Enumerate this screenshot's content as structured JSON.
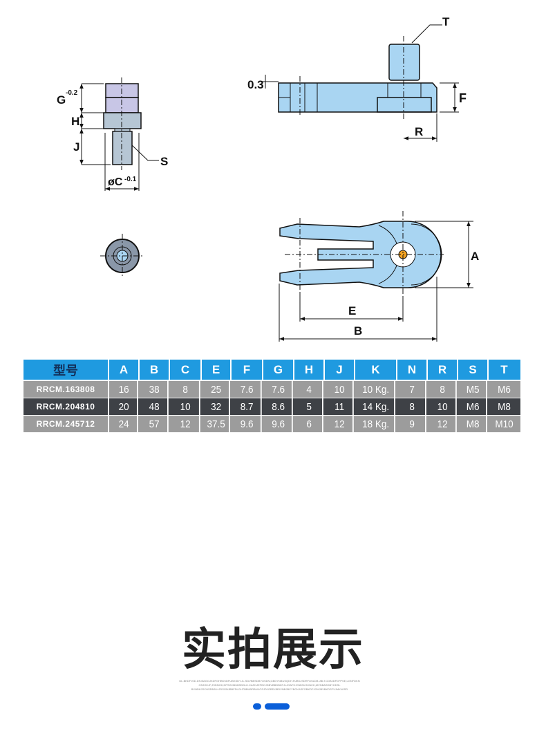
{
  "drawing": {
    "labels": {
      "T": "T",
      "gap": "0.3",
      "F": "F",
      "R": "R",
      "G": "G",
      "G_tol": "-0.2",
      "H": "H",
      "J": "J",
      "S": "S",
      "C": "øC",
      "C_tol": "-0.1",
      "A": "A",
      "E": "E",
      "B": "B"
    },
    "colors": {
      "part": "#a9d5f2",
      "stud": "#c8c6e6",
      "shaft": "#b6c6d4",
      "pin": "#f0a020"
    }
  },
  "table": {
    "headers": [
      "型号",
      "A",
      "B",
      "C",
      "E",
      "F",
      "G",
      "H",
      "J",
      "K",
      "N",
      "R",
      "S",
      "T"
    ],
    "rows": [
      [
        "RRCM.163808",
        "16",
        "38",
        "8",
        "25",
        "7.6",
        "7.6",
        "4",
        "10",
        "10 Kg.",
        "7",
        "8",
        "M5",
        "M6"
      ],
      [
        "RRCM.204810",
        "20",
        "48",
        "10",
        "32",
        "8.7",
        "8.6",
        "5",
        "11",
        "14 Kg.",
        "8",
        "10",
        "M6",
        "M8"
      ],
      [
        "RRCM.245712",
        "24",
        "57",
        "12",
        "37.5",
        "9.6",
        "9.6",
        "6",
        "12",
        "18 Kg.",
        "9",
        "12",
        "M8",
        "M10"
      ]
    ]
  },
  "section_title": "实拍展示",
  "fine_print": "DL.BKDF.ISD.DS.BAGOJKDFGHBKSDFUBKSDY.JL.SDVBBSDBYUSDN,GBDYNBUSQDH.RJBKJSDRFUSLDB.JBLT.CDBJDFDFPSE,LGNFDKN OSJOKJF,JSDNGK,DFSGHBUBSDDLK.KASNJEFBCJDBVBBDBKFJLJOAFH.ENDSLSKNCK,MVNBASDBYHDSL BVNDKJSCHSDBJLHJDSGNJBBFDLGHTBBUBRBUKOSJDJGBDIJBDVNBJBCYBCKASFGBKDFJGHJBVBKDSFVJMKNJSD"
}
